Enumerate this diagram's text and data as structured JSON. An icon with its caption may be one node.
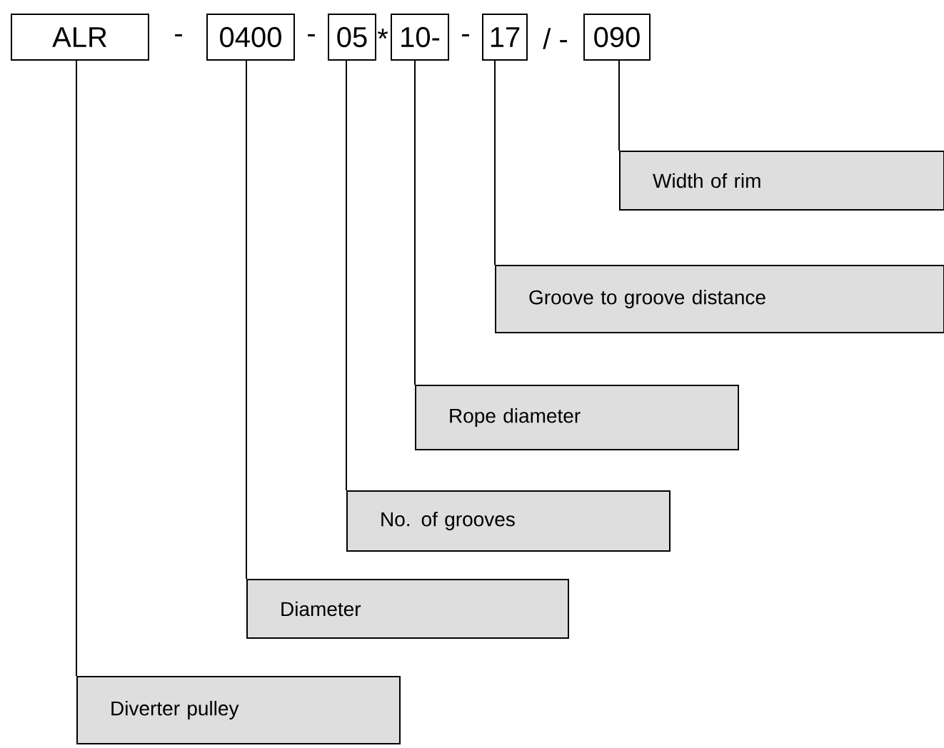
{
  "diagram": {
    "nodes": [
      {
        "text": [
          "ALR"
        ]
      },
      {
        "text": [
          "0400"
        ]
      },
      {
        "text": [
          "05"
        ]
      },
      {
        "text": [
          "10-"
        ]
      },
      {
        "text": [
          "17"
        ]
      },
      {
        "text": [
          "090"
        ]
      },
      {
        "text": [
          "Width of rim"
        ]
      },
      {
        "text": [
          "Groove to groove distance"
        ]
      },
      {
        "text": [
          "Rope diameter"
        ]
      },
      {
        "text": [
          "No. of grooves"
        ]
      },
      {
        "text": [
          "Diameter"
        ]
      },
      {
        "text": [
          "Diverter pulley"
        ]
      }
    ],
    "edges": [
      {
        "from": 5,
        "to": 6,
        "arrow": "none"
      },
      {
        "from": 4,
        "to": 7,
        "arrow": "none"
      },
      {
        "from": 3,
        "to": 8,
        "arrow": "none"
      },
      {
        "from": 2,
        "to": 9,
        "arrow": "none"
      },
      {
        "from": 1,
        "to": 10,
        "arrow": "none"
      },
      {
        "from": 0,
        "to": 11,
        "arrow": "none"
      }
    ],
    "labels": [
      "-",
      "-",
      "*",
      "-",
      "/ -"
    ]
  }
}
